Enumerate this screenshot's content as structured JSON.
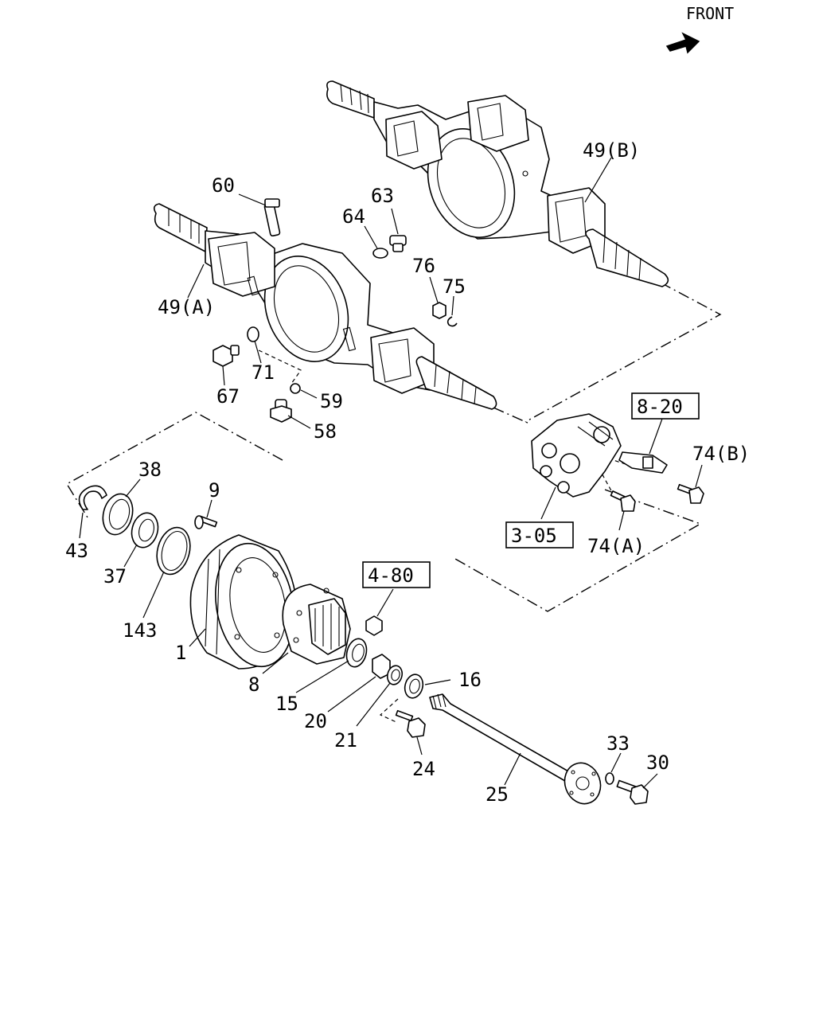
{
  "orientation": {
    "label": "FRONT"
  },
  "callouts": {
    "p60": "60",
    "p63": "63",
    "p64": "64",
    "p49b": "49(B)",
    "p49a": "49(A)",
    "p76": "76",
    "p75": "75",
    "p71": "71",
    "p67": "67",
    "p59": "59",
    "p58": "58",
    "p38": "38",
    "p9": "9",
    "p43": "43",
    "p37": "37",
    "p143": "143",
    "p1": "1",
    "p8": "8",
    "p15": "15",
    "p20": "20",
    "p21": "21",
    "p16": "16",
    "p24": "24",
    "p25": "25",
    "p33": "33",
    "p30": "30",
    "p74b": "74(B)",
    "p74a": "74(A)"
  },
  "reference_boxes": {
    "r820": "8-20",
    "r305": "3-05",
    "r480": "4-80"
  },
  "colors": {
    "line": "#000000",
    "background": "#ffffff"
  }
}
